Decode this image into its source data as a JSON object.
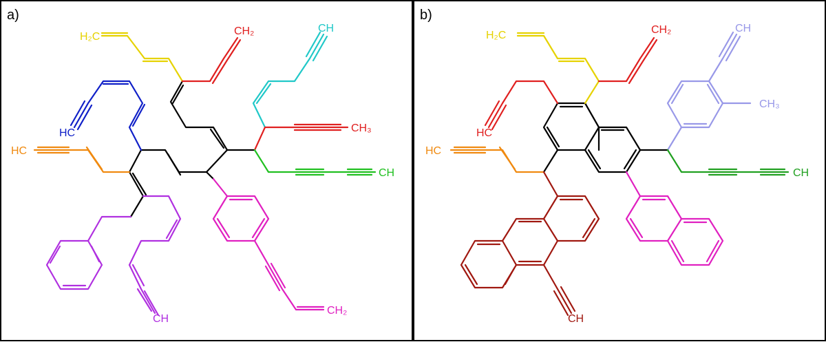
{
  "panels": [
    {
      "label": "a)"
    },
    {
      "label": "b)"
    }
  ],
  "atoms_a": {
    "h2c_yellow": "H₂C",
    "ch2_red": "CH₂",
    "ch_cyan": "CH",
    "hc_blue": "HC",
    "ch3_red": "CH₃",
    "hc_orange": "HC",
    "ch_green": "CH",
    "ch_purple": "CH",
    "ch2_magenta": "CH₂"
  },
  "atoms_b": {
    "h2c_yellow": "H₂C",
    "ch2_red": "CH₂",
    "ch_lavender": "CH",
    "ch3_lavender": "CH₃",
    "hc_red": "HC",
    "hc_orange": "HC",
    "ch_green": "CH",
    "ch_darkred": "CH"
  },
  "colors": {
    "yellow": "#e6d200",
    "red": "#e02020",
    "cyan": "#20c8c8",
    "blue": "#1020c8",
    "orange": "#f08a10",
    "green": "#20c020",
    "purple": "#b030e0",
    "magenta": "#e020c0",
    "black": "#000000",
    "lavender": "#9898e8",
    "darkred": "#a01810",
    "darkgreen": "#209020"
  }
}
